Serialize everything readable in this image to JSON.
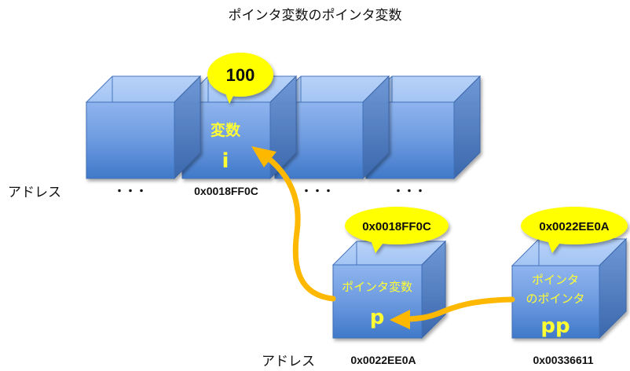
{
  "title": "ポインタ変数のポインタ変数",
  "colors": {
    "box_light": "#a9c8f5",
    "box_mid": "#7fa9e8",
    "box_dark": "#4a7fcc",
    "box_edge": "#3f6fb8",
    "bubble": "#ffff00",
    "arrow": "#ffb800",
    "label_yellow": "#ffff33"
  },
  "memory_row": {
    "address_label": "アドレス",
    "cells": [
      {
        "name": "",
        "var": "",
        "address": "・・・"
      },
      {
        "name": "変数",
        "var": "i",
        "address": "0x0018FF0C",
        "value": "100"
      },
      {
        "name": "",
        "var": "",
        "address": "・・・"
      },
      {
        "name": "",
        "var": "",
        "address": "・・・"
      }
    ]
  },
  "pointer_row": {
    "address_label": "アドレス",
    "cells": [
      {
        "name": "ポインタ変数",
        "var": "p",
        "address": "0x0022EE0A",
        "value": "0x0018FF0C"
      },
      {
        "name_line1": "ポインタ",
        "name_line2": "のポインタ",
        "var": "pp",
        "address": "0x00336611",
        "value": "0x0022EE0A"
      }
    ]
  }
}
